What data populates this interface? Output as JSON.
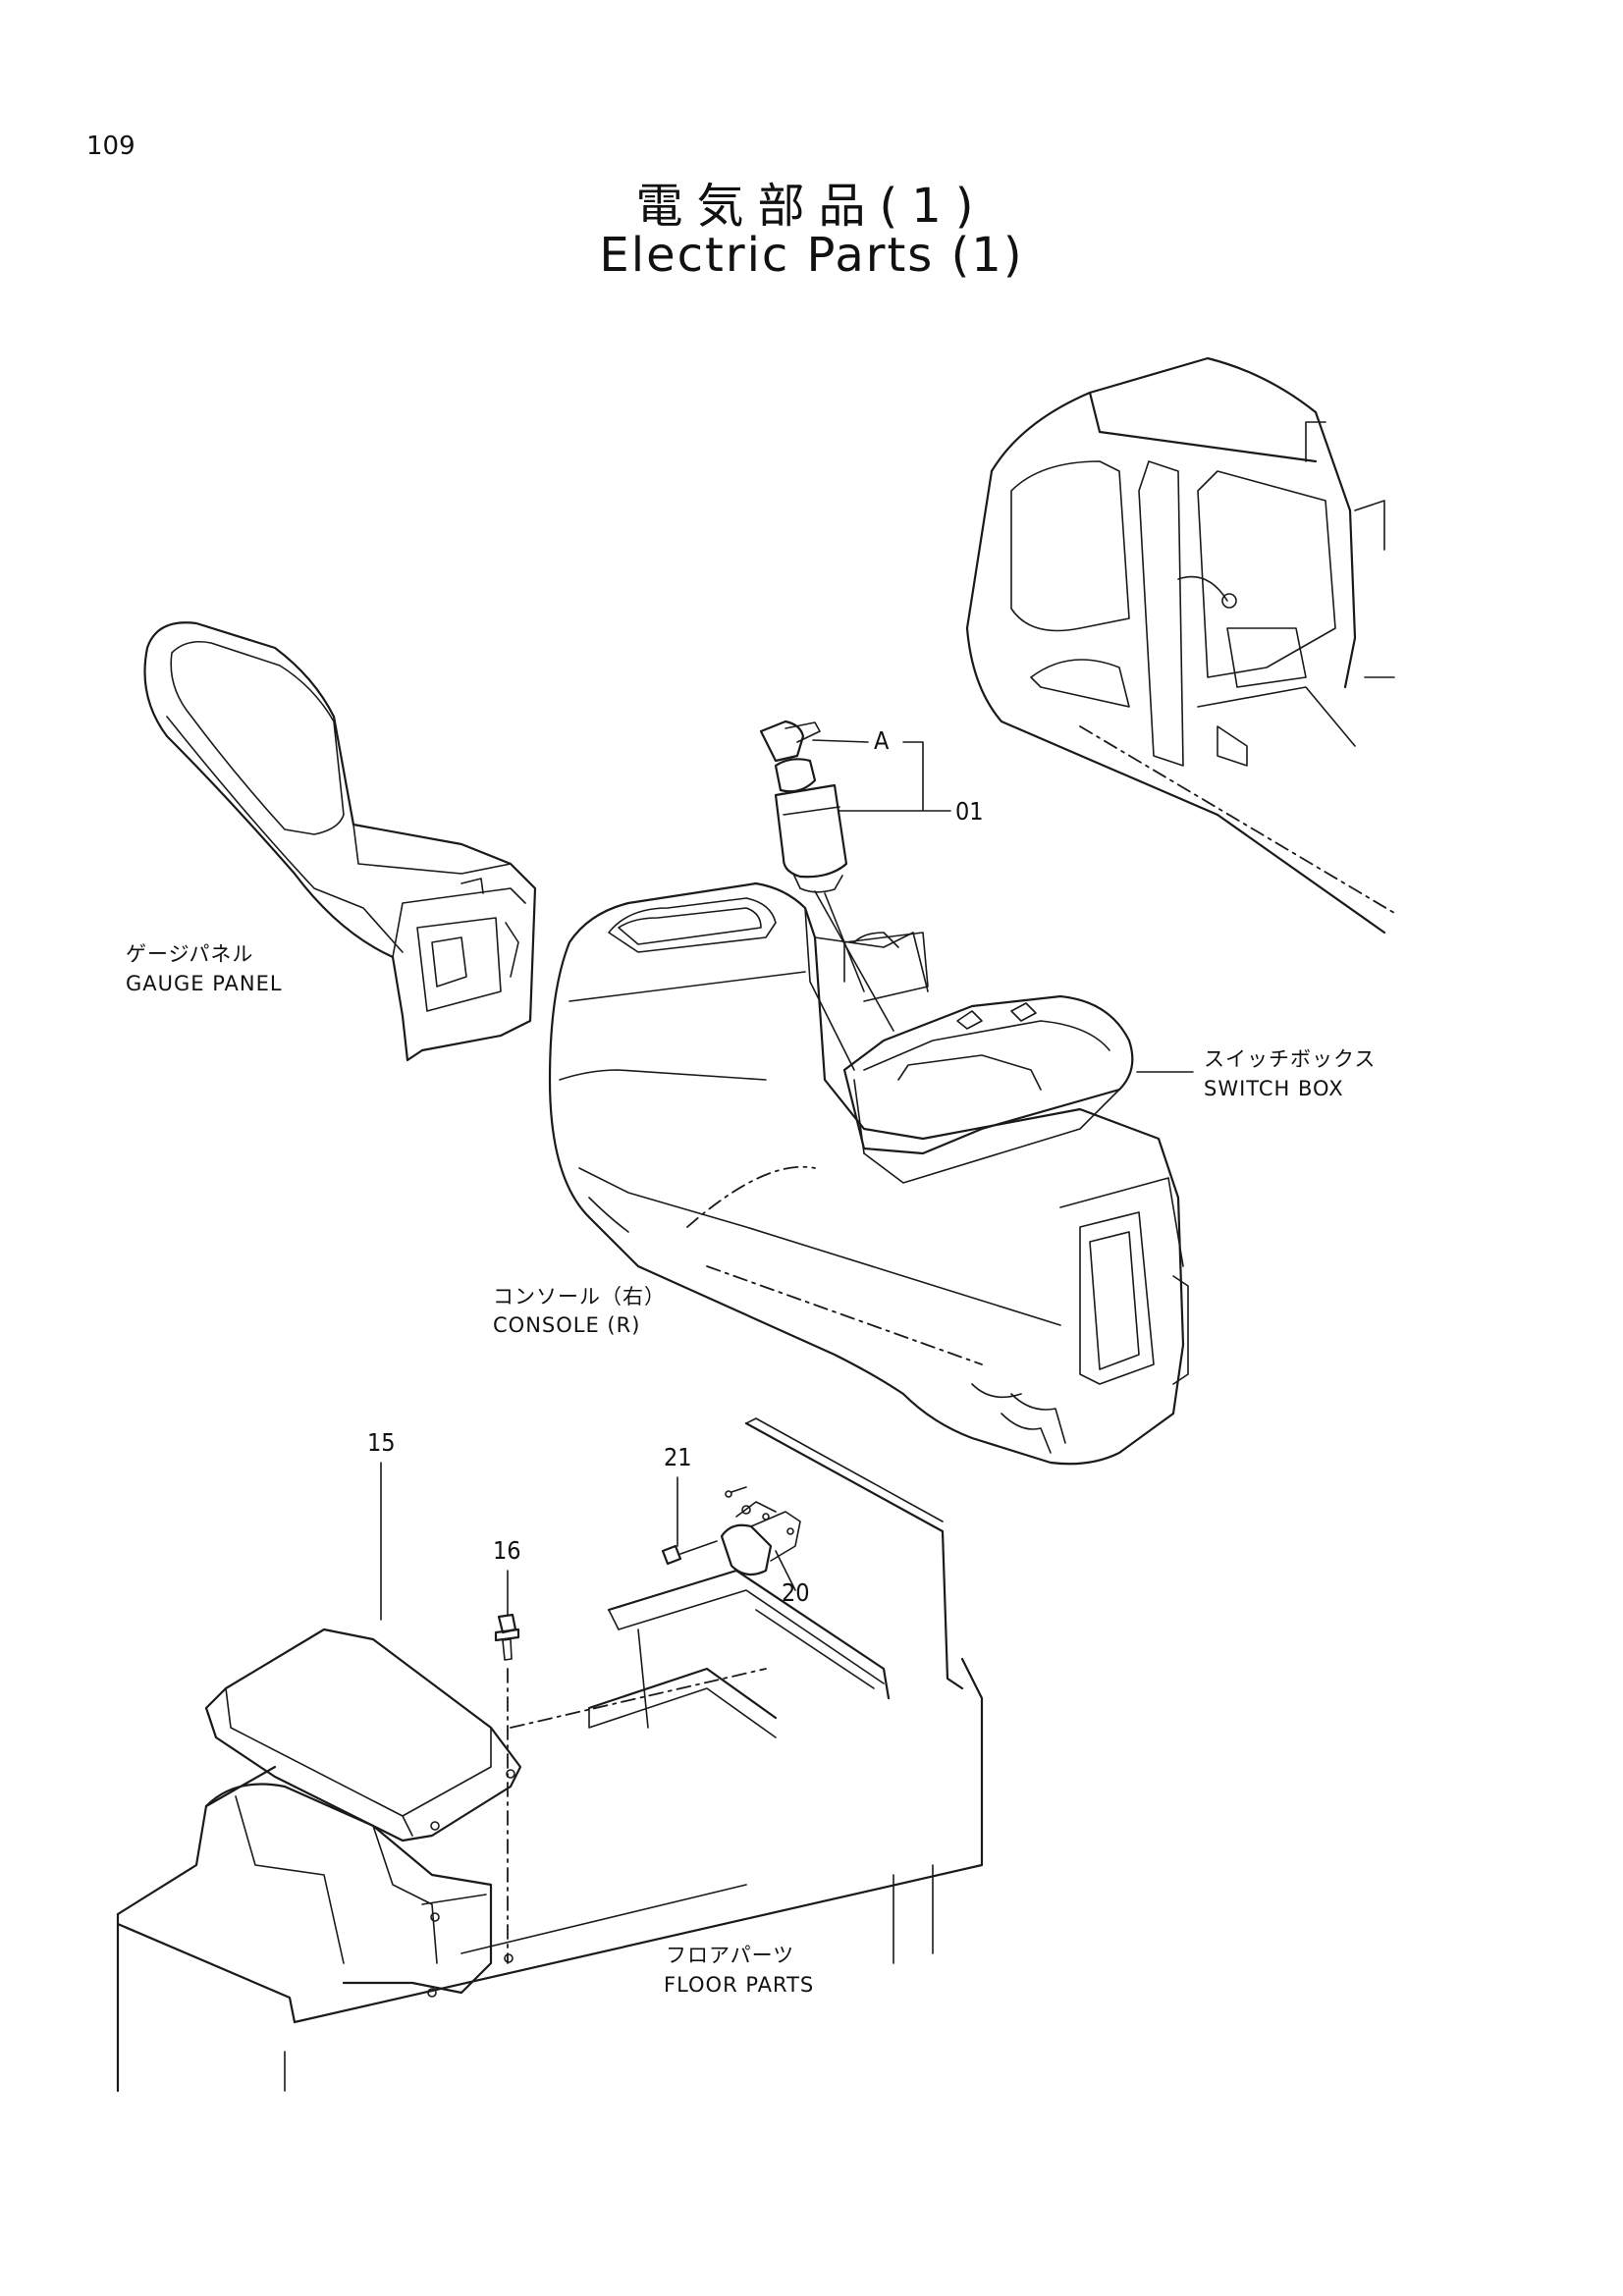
{
  "page": {
    "number": "109"
  },
  "title": {
    "ja": "電気部品(1)",
    "en": "Electric Parts (1)"
  },
  "labels": {
    "gauge_panel": {
      "ja": "ゲージパネル",
      "en": "GAUGE PANEL"
    },
    "switch_box": {
      "ja": "スイッチボックス",
      "en": "SWITCH BOX"
    },
    "console": {
      "ja": "コンソール（右）",
      "en": "CONSOLE (R)"
    },
    "floor_parts": {
      "ja": "フロアパーツ",
      "en": "FLOOR PARTS"
    }
  },
  "callouts": {
    "a": "A",
    "p01": "01",
    "p15": "15",
    "p16": "16",
    "p20": "20",
    "p21": "21"
  }
}
